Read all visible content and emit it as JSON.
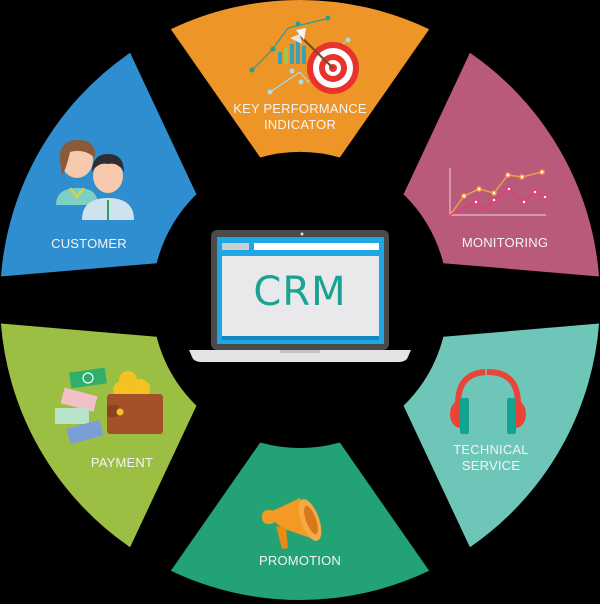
{
  "title": "CRM",
  "center": {
    "label": "CRM",
    "device": "laptop",
    "text_color": "#1aa393",
    "screen_frame_color": "#1ea7e4",
    "screen_color": "#e9e9ec"
  },
  "segments": [
    {
      "id": "kpi",
      "label_line1": "KEY PERFORMANCE",
      "label_line2": "INDICATOR",
      "icon": "target-chart-icon",
      "color": "#ee9527"
    },
    {
      "id": "monitoring",
      "label_line1": "MONITORING",
      "label_line2": "",
      "icon": "line-chart-icon",
      "color": "#b95a7a"
    },
    {
      "id": "technical-service",
      "label_line1": "TECHNICAL",
      "label_line2": "SERVICE",
      "icon": "headphones-icon",
      "color": "#6ec6b8"
    },
    {
      "id": "promotion",
      "label_line1": "PROMOTION",
      "label_line2": "",
      "icon": "megaphone-icon",
      "color": "#23a276"
    },
    {
      "id": "payment",
      "label_line1": "PAYMENT",
      "label_line2": "",
      "icon": "wallet-money-icon",
      "color": "#9bbf43"
    },
    {
      "id": "customer",
      "label_line1": "CUSTOMER",
      "label_line2": "",
      "icon": "people-icon",
      "color": "#2e8ecf"
    }
  ],
  "background": "#000000"
}
